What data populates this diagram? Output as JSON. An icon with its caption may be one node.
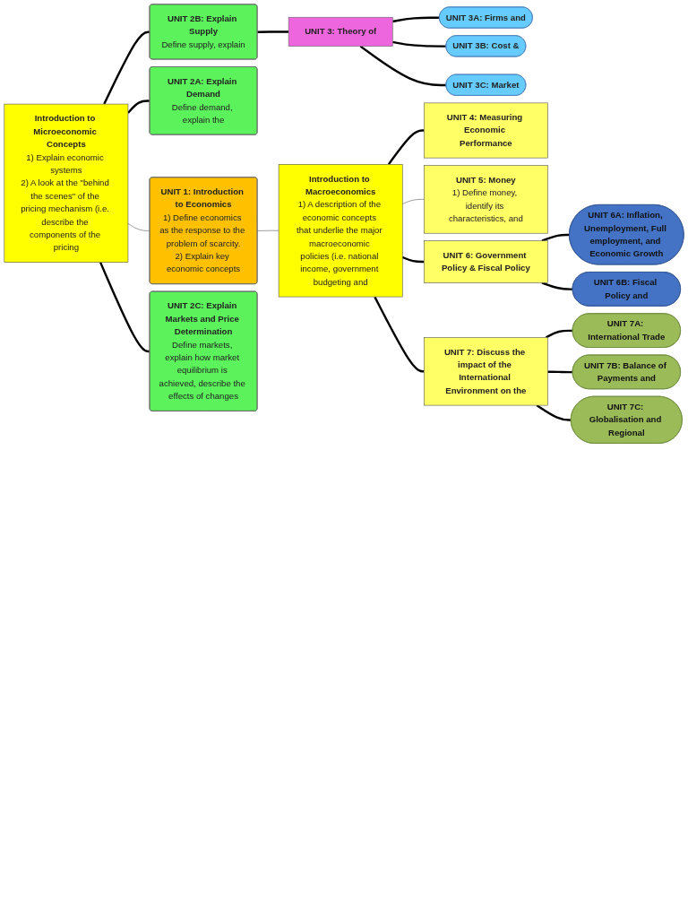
{
  "diagram": {
    "nodes": [
      {
        "text": [
          "Introduction to Microeconomic Concepts",
          "1) Explain economic systems",
          "2) A look at the \"behind the scenes\" of the pricing mechanism (i.e. describe the components of the pricing"
        ]
      },
      {
        "text": [
          "UNIT 1: Introduction to Economics",
          "1) Define economics as the response to the problem of scarcity.",
          "2) Explain key economic concepts"
        ]
      },
      {
        "text": [
          "Introduction to Macroeconomics",
          "1) A description of the economic concepts that underlie the major macroeconomic policies (i.e. national income, government budgeting and"
        ]
      },
      {
        "text": [
          "UNIT 2A: Explain Demand",
          "Define demand, explain the"
        ]
      },
      {
        "text": [
          "UNIT 2B: Explain Supply",
          "Define supply, explain"
        ]
      },
      {
        "text": [
          "UNIT 2C: Explain Markets and Price Determination",
          "Define markets, explain how market equilibrium is achieved, describe the effects of changes"
        ]
      },
      {
        "text": [
          "UNIT 3: Theory of"
        ]
      },
      {
        "text": [
          "UNIT 3A: Firms and"
        ]
      },
      {
        "text": [
          "UNIT 3B: Cost &"
        ]
      },
      {
        "text": [
          "UNIT 3C: Market"
        ]
      },
      {
        "text": [
          "UNIT 4: Measuring Economic Performance"
        ]
      },
      {
        "text": [
          "UNIT 5: Money",
          "1) Define money, identify its characteristics, and"
        ]
      },
      {
        "text": [
          "UNIT 6: Government Policy & Fiscal Policy"
        ]
      },
      {
        "text": [
          "UNIT 7: Discuss the impact of the International Environment on the"
        ]
      },
      {
        "text": [
          "UNIT 6A: Inflation, Unemployment, Full employment, and Economic Growth"
        ]
      },
      {
        "text": [
          "UNIT 6B: Fiscal Policy and"
        ]
      },
      {
        "text": [
          "UNIT 7A: International Trade"
        ]
      },
      {
        "text": [
          "UNIT 7B: Balance of Payments and"
        ]
      },
      {
        "text": [
          "UNIT 7C: Globalisation and Regional"
        ]
      }
    ],
    "edges": [
      {
        "from": 0,
        "to": 1,
        "arrow": "none",
        "color": "#595959"
      },
      {
        "from": 1,
        "to": 2,
        "arrow": "none",
        "color": "#595959"
      },
      {
        "from": 0,
        "to": 3,
        "arrow": "none"
      },
      {
        "from": 0,
        "to": 4,
        "arrow": "none"
      },
      {
        "from": 0,
        "to": 5,
        "arrow": "none"
      },
      {
        "from": 4,
        "to": 6,
        "arrow": "none"
      },
      {
        "from": 6,
        "to": 7,
        "arrow": "none"
      },
      {
        "from": 6,
        "to": 8,
        "arrow": "none"
      },
      {
        "from": 6,
        "to": 9,
        "arrow": "none"
      },
      {
        "from": 2,
        "to": 10,
        "arrow": "none"
      },
      {
        "from": 2,
        "to": 12,
        "arrow": "none"
      },
      {
        "from": 2,
        "to": 11,
        "arrow": "none",
        "color": "#595959"
      },
      {
        "from": 2,
        "to": 13,
        "arrow": "none"
      },
      {
        "from": 12,
        "to": 14,
        "arrow": "none"
      },
      {
        "from": 12,
        "to": 15,
        "arrow": "none"
      },
      {
        "from": 13,
        "to": 16,
        "arrow": "none"
      },
      {
        "from": 13,
        "to": 17,
        "arrow": "none"
      },
      {
        "from": 13,
        "to": 18,
        "arrow": "none"
      }
    ]
  }
}
